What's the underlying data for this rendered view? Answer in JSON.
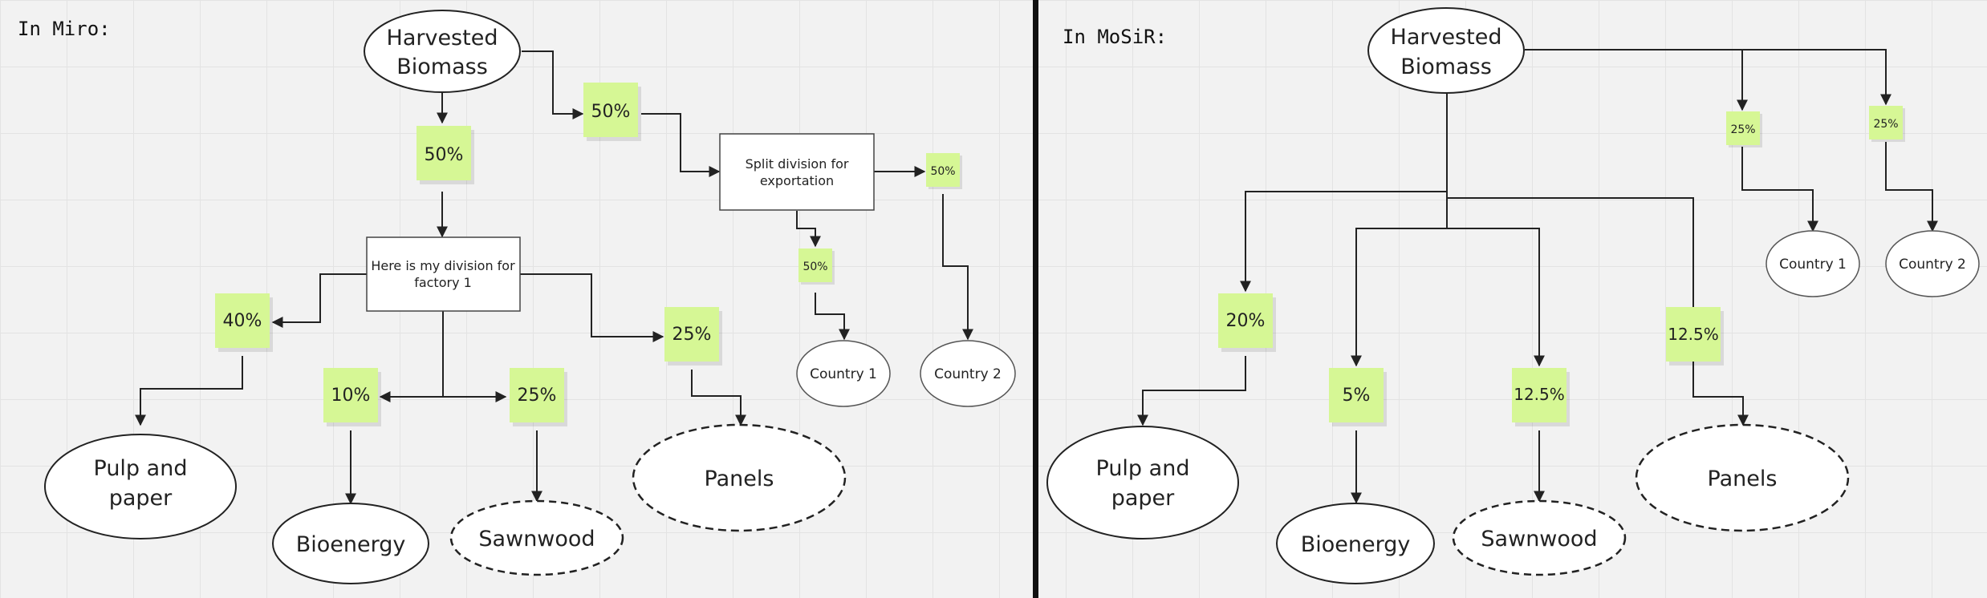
{
  "panels": {
    "left_title": "In Miro:",
    "right_title": "In MoSiR:"
  },
  "colors": {
    "sticky": "#d6f795",
    "divider": "#111111",
    "stroke": "#222222",
    "background": "#f2f2f2"
  },
  "miro": {
    "root": [
      "Harvested",
      "Biomass"
    ],
    "sticky_export": "50%",
    "sticky_domestic": "50%",
    "split_box": [
      "Split division for",
      "exportation"
    ],
    "sticky_c1": "50%",
    "sticky_c2": "50%",
    "country1": "Country 1",
    "country2": "Country 2",
    "division_box": [
      "Here is my division for",
      "factory 1"
    ],
    "sticky_pulp": "40%",
    "sticky_bio": "10%",
    "sticky_saw": "25%",
    "sticky_panels": "25%",
    "pulp": [
      "Pulp and",
      "paper"
    ],
    "bioenergy": "Bioenergy",
    "sawnwood": "Sawnwood",
    "panels": "Panels"
  },
  "mosir": {
    "root": [
      "Harvested",
      "Biomass"
    ],
    "sticky_c1": "25%",
    "sticky_c2": "25%",
    "country1": "Country 1",
    "country2": "Country 2",
    "sticky_pulp": "20%",
    "sticky_bio": "5%",
    "sticky_saw": "12.5%",
    "sticky_panels": "12.5%",
    "pulp": [
      "Pulp and",
      "paper"
    ],
    "bioenergy": "Bioenergy",
    "sawnwood": "Sawnwood",
    "panels": "Panels"
  }
}
